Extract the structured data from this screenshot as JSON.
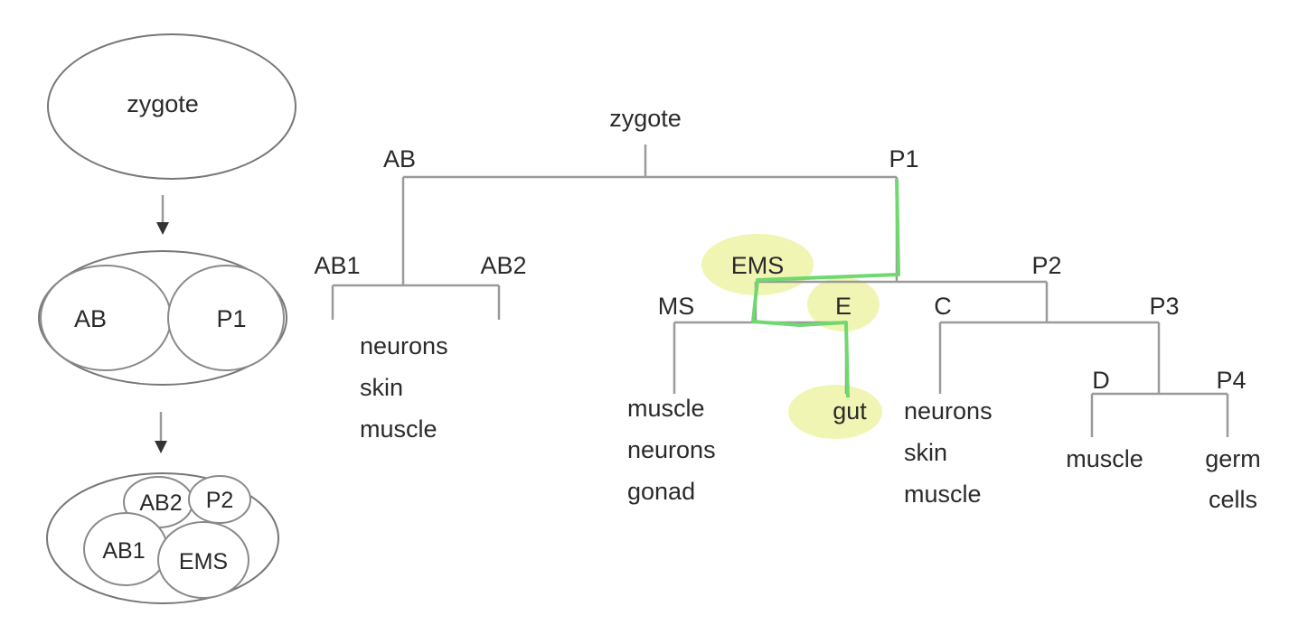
{
  "embryo": {
    "stage1": {
      "label": "zygote"
    },
    "stage2": {
      "left": "AB",
      "right": "P1"
    },
    "stage3": {
      "c1": "AB2",
      "c2": "P2",
      "c3": "AB1",
      "c4": "EMS"
    }
  },
  "tree": {
    "root": "zygote",
    "ab": "AB",
    "p1": "P1",
    "ab1": "AB1",
    "ab2": "AB2",
    "ems": "EMS",
    "p2": "P2",
    "ms": "MS",
    "e": "E",
    "c": "C",
    "p3": "P3",
    "d": "D",
    "p4": "P4"
  },
  "fates": {
    "ab": [
      "neurons",
      "skin",
      "muscle"
    ],
    "ms": [
      "muscle",
      "neurons",
      "gonad"
    ],
    "e": [
      "gut"
    ],
    "c": [
      "neurons",
      "skin",
      "muscle"
    ],
    "d": [
      "muscle"
    ],
    "p4": [
      "germ",
      "cells"
    ]
  },
  "highlights": {
    "marker_color": "#eef3a6",
    "path_color": "#6fd86f",
    "highlighted_nodes": [
      "EMS",
      "E",
      "gut"
    ]
  }
}
